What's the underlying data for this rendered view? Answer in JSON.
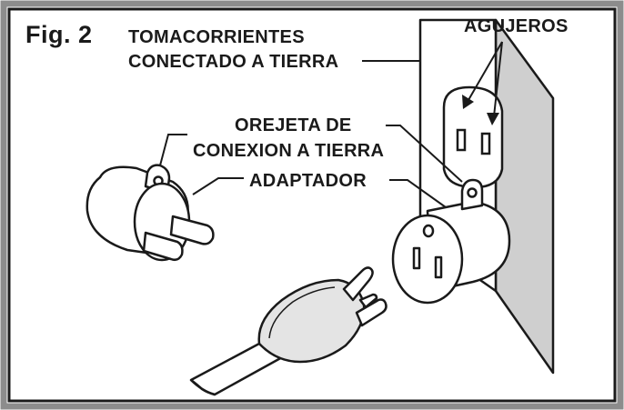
{
  "figure": {
    "number": "Fig. 2",
    "labels": {
      "outlet_line1": "TOMACORRIENTES",
      "outlet_line2": "CONECTADO A TIERRA",
      "holes": "AGUJEROS",
      "tab_line1": "OREJETA DE",
      "tab_line2": "CONEXION A TIERRA",
      "adapter": "ADAPTADOR"
    }
  },
  "colors": {
    "ink": "#1a1a1a",
    "frame": "#8c8c8c",
    "background": "#ffffff",
    "plate_side": "#cfcfcf",
    "plug_shade": "#e4e4e4"
  }
}
